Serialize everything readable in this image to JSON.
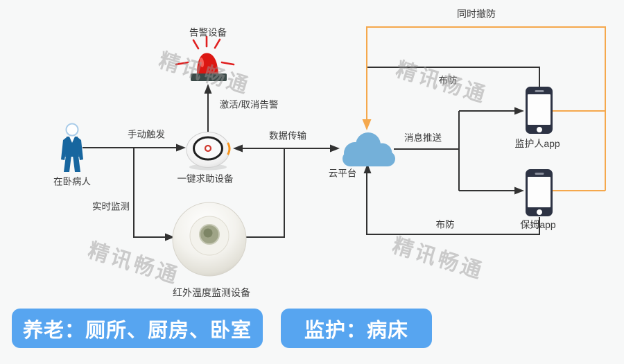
{
  "watermark": {
    "text": "精讯畅通"
  },
  "diagram": {
    "nodes": {
      "patient": "在卧病人",
      "alarm_device": "告警设备",
      "help_button": "一键求助设备",
      "ir_sensor": "红外温度监测设备",
      "cloud": "云平台",
      "guardian_app": "监护人app",
      "nanny_app": "保姆app"
    },
    "edges": {
      "manual_trigger": "手动触发",
      "activate_cancel_alarm": "激活/取消告警",
      "data_transmission": "数据传输",
      "realtime_monitoring": "实时监测",
      "message_push": "消息推送",
      "arm_guardian": "布防",
      "arm_nanny": "布防",
      "disarm_together": "同时撤防"
    }
  },
  "footer": {
    "tags": [
      {
        "label": "养老：厕所、厨房、卧室"
      },
      {
        "label": "监护：病床"
      }
    ]
  },
  "colors": {
    "accent_orange": "#F5A84C",
    "line_black": "#323232",
    "cloud_blue": "#74B0D9",
    "tag_blue": "#57A5F0",
    "alarm_red": "#DC1712",
    "person_blue": "#17669F"
  }
}
